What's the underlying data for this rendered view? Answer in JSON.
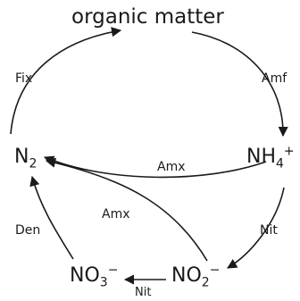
{
  "nodes": {
    "organic_matter": "organic matter",
    "n2": {
      "base": "N",
      "sub": "2"
    },
    "nh4": {
      "base": "NH",
      "sub": "4",
      "sup": "+"
    },
    "no3": {
      "base": "NO",
      "sub": "3",
      "sup": "−"
    },
    "no2": {
      "base": "NO",
      "sub": "2",
      "sup": "−"
    }
  },
  "edges": {
    "fix": "Fix",
    "amf": "Amf",
    "amx_top": "Amx",
    "amx_left": "Amx",
    "nit_right": "Nit",
    "nit_bottom": "Nit",
    "den": "Den"
  },
  "colors": {
    "stroke": "#1a1a1a",
    "text": "#1a1a1a"
  }
}
